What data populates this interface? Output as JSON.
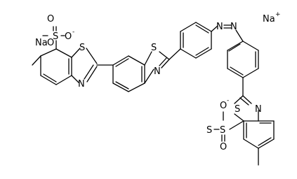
{
  "molecule": {
    "atoms": {
      "sulfur": "S",
      "oxygen": "O",
      "nitrogen": "N",
      "sodium": "Na"
    },
    "charges": {
      "positive": "+",
      "negative": "-"
    },
    "colors": {
      "bond": "#000000",
      "label": "#000000",
      "background": "#ffffff"
    }
  }
}
